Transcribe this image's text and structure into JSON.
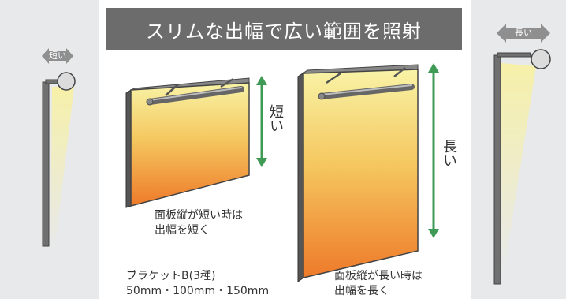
{
  "banner": {
    "title": "スリムな出幅で広い範囲を照射"
  },
  "left_fixture": {
    "arrow_label": "短い"
  },
  "right_fixture": {
    "arrow_label": "長い"
  },
  "short_panel": {
    "height_label": "短い",
    "caption_lines": [
      "面板縦が短い時は",
      "出幅を短く"
    ]
  },
  "tall_panel": {
    "height_label": "長い",
    "caption_lines": [
      "面板縦が長い時は",
      "出幅を長く"
    ]
  },
  "bracket_note": {
    "lines": [
      "ブラケットB(3種)",
      "50mm・100mm・150mm"
    ]
  },
  "colors": {
    "banner_bg": "#6c6c6c",
    "side_panel_bg": "#e8e9ea",
    "arrow_green": "#3f9a55",
    "panel_gradient_top": "#f6f0a0",
    "panel_gradient_bottom": "#ef7d2c",
    "light_beam": "#f4eea0"
  }
}
